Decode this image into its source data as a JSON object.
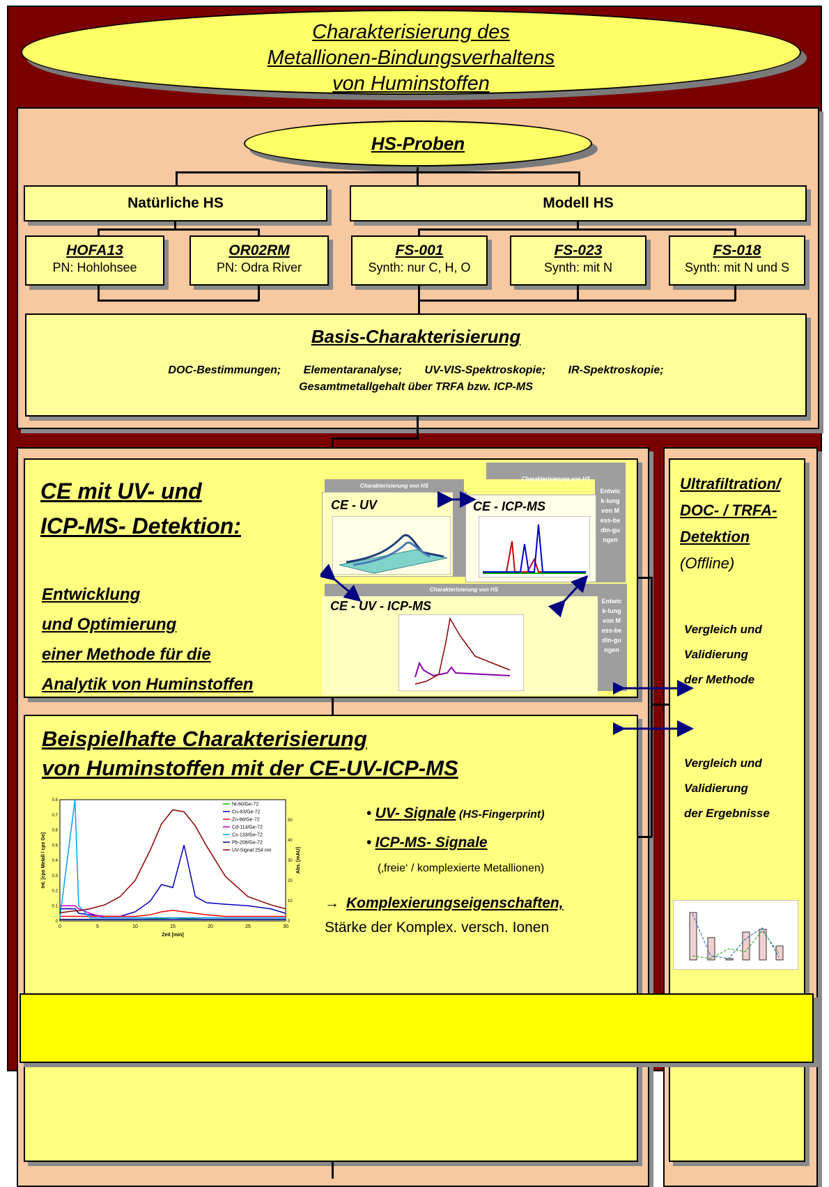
{
  "title": {
    "line1": "Charakterisierung des",
    "line2": "Metallionen-Bindungsverhaltens",
    "line3": "von Huminstoffen"
  },
  "samples": {
    "root": "HS-Proben",
    "natural": "Natürliche HS",
    "model": "Modell HS",
    "items": [
      {
        "name": "HOFA13",
        "desc": "PN: Hohlohsee"
      },
      {
        "name": "OR02RM",
        "desc": "PN: Odra River"
      },
      {
        "name": "FS-001",
        "desc": "Synth: nur C, H, O"
      },
      {
        "name": "FS-023",
        "desc": "Synth: mit N"
      },
      {
        "name": "FS-018",
        "desc": "Synth: mit N und S"
      }
    ]
  },
  "basis": {
    "title": "Basis-Charakterisierung",
    "methods": [
      "DOC-Bestimmungen;",
      "Elementaranalyse;",
      "UV-VIS-Spektroskopie;",
      "IR-Spektroskopie;"
    ],
    "line2": "Gesamtmetallgehalt über TRFA bzw. ICP-MS"
  },
  "ce_section": {
    "title_line1": "CE mit UV- und",
    "title_line2": "ICP-MS- Detektion:",
    "dev_lines": [
      "Entwicklung",
      "und Optimierung",
      "einer Methode für die",
      "Analytik von Huminstoffen"
    ],
    "panel_header": "Charakterisierung von HS",
    "panel_uv": "CE - UV",
    "panel_icp": "CE - ICP-MS",
    "panel_uvicp": "CE - UV - ICP-MS",
    "side_label": "Entwick-lung von Mess-bedin-gungen"
  },
  "ultra": {
    "title_lines": [
      "Ultrafiltration/",
      "DOC- / TRFA-",
      "Detektion"
    ],
    "offline": "(Offline)",
    "compare1": [
      "Vergleich und",
      "Validierung",
      "der Methode"
    ],
    "compare2": [
      "Vergleich und",
      "Validierung",
      "der Ergebnisse"
    ]
  },
  "example": {
    "title_line1": "Beispielhafte Charakterisierung",
    "title_line2": "von Huminstoffen mit der CE-UV-ICP-MS",
    "bullet1_main": "UV- Signale",
    "bullet1_sub": "(HS-Fingerprint)",
    "bullet2_main": "ICP-MS- Signale",
    "bullet2_sub": "(‚freie‘ / komplexierte Metallionen)",
    "arrow": "→",
    "result_line1": "Komplexierungseigenschaften,",
    "result_line2": "Stärke der Komplex. versch. Ionen"
  },
  "chart_data": {
    "type": "line",
    "xlabel": "Zeit [min]",
    "ylabel": "Int. [cps Metall / cps Ge]",
    "y2label": "Abs. [mAU]",
    "xlim": [
      0,
      30
    ],
    "ylim": [
      0,
      0.8
    ],
    "y2lim": [
      0,
      60
    ],
    "x_ticks": [
      "0",
      "5",
      "10",
      "15",
      "20",
      "25",
      "30"
    ],
    "y_ticks": [
      "0",
      "0.1",
      "0.2",
      "0.3",
      "0.4",
      "0.5",
      "0.6",
      "0.7",
      "0.8"
    ],
    "y2_ticks": [
      "0",
      "10",
      "20",
      "30",
      "40",
      "50"
    ],
    "x": [
      0,
      2,
      2.5,
      4,
      6,
      8,
      10,
      12,
      13.5,
      15,
      16.5,
      18,
      19.5,
      22,
      25,
      28,
      30
    ],
    "series": [
      {
        "name": "Ni-60/Ge-72",
        "color": "#00c000",
        "values": [
          0.01,
          0.01,
          0.01,
          0.01,
          0.01,
          0.01,
          0.01,
          0.012,
          0.015,
          0.02,
          0.015,
          0.012,
          0.01,
          0.01,
          0.01,
          0.01,
          0.01
        ]
      },
      {
        "name": "Cu-63/Ge-72",
        "color": "#0000c0",
        "values": [
          0.08,
          0.08,
          0.05,
          0.04,
          0.03,
          0.03,
          0.06,
          0.13,
          0.24,
          0.22,
          0.5,
          0.16,
          0.12,
          0.11,
          0.1,
          0.08,
          0.05
        ]
      },
      {
        "name": "Zn-66/Ge-72",
        "color": "#ff0000",
        "values": [
          0.03,
          0.03,
          0.03,
          0.03,
          0.03,
          0.03,
          0.03,
          0.04,
          0.06,
          0.07,
          0.06,
          0.05,
          0.04,
          0.03,
          0.03,
          0.03,
          0.03
        ]
      },
      {
        "name": "Cd-114/Ge-72",
        "color": "#c000c0",
        "values": [
          0.1,
          0.1,
          0.08,
          0.05,
          0.02,
          0.02,
          0.02,
          0.02,
          0.02,
          0.02,
          0.02,
          0.02,
          0.02,
          0.02,
          0.02,
          0.02,
          0.02
        ]
      },
      {
        "name": "Cs-133/Ge-72",
        "color": "#00a0ff",
        "values": [
          0.02,
          0.8,
          0.1,
          0.02,
          0.02,
          0.02,
          0.02,
          0.02,
          0.02,
          0.02,
          0.02,
          0.02,
          0.02,
          0.02,
          0.02,
          0.02,
          0.02
        ]
      },
      {
        "name": "Pb-208/Ge-72",
        "color": "#000080",
        "values": [
          0.01,
          0.01,
          0.01,
          0.01,
          0.01,
          0.01,
          0.01,
          0.01,
          0.01,
          0.01,
          0.01,
          0.01,
          0.01,
          0.01,
          0.01,
          0.01,
          0.01
        ]
      },
      {
        "name": "UV-Signal 254 nm",
        "color": "#8b0000",
        "axis": "y2",
        "values": [
          4,
          5,
          5,
          6,
          8,
          12,
          20,
          35,
          48,
          55,
          54,
          47,
          37,
          22,
          12,
          8,
          6
        ]
      }
    ]
  }
}
